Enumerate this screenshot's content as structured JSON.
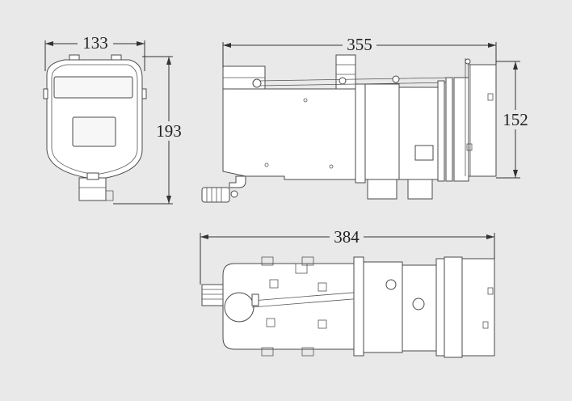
{
  "colors": {
    "background": "#e9e9e9",
    "line": "#4a4a4a",
    "text": "#222222"
  },
  "dimensions": {
    "front_width": "133",
    "front_height": "193",
    "side_length": "355",
    "side_height": "152",
    "top_length": "384"
  }
}
